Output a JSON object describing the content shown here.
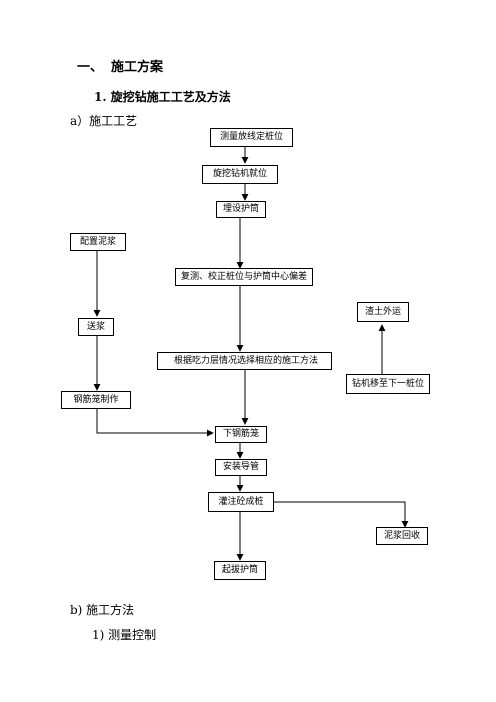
{
  "heading1": {
    "number": "一、",
    "title": "施工方案"
  },
  "heading2": "1.  旋挖钻施工工艺及方法",
  "section_a": "a）施工工艺",
  "flowchart": {
    "survey": "测量放线定桩位",
    "rig_position": "旋挖钻机就位",
    "casing": "埋设护筒",
    "recheck": "复测、校正桩位与护筒中心偏差",
    "method": "根据吃力层情况选择相应的施工方法",
    "cage_lower": "下钢筋笼",
    "pipe": "安装导管",
    "pour": "灌注砼成桩",
    "lift_casing": "起拔护筒",
    "mud_prep": "配置泥浆",
    "mud_send": "送浆",
    "cage_make": "钢筋笼制作",
    "spoil": "渣土外运",
    "rig_move": "钻机移至下一桩位",
    "mud_recycle": "泥浆回收"
  },
  "section_b": "b)  施工方法",
  "item_1": "1)  测量控制"
}
